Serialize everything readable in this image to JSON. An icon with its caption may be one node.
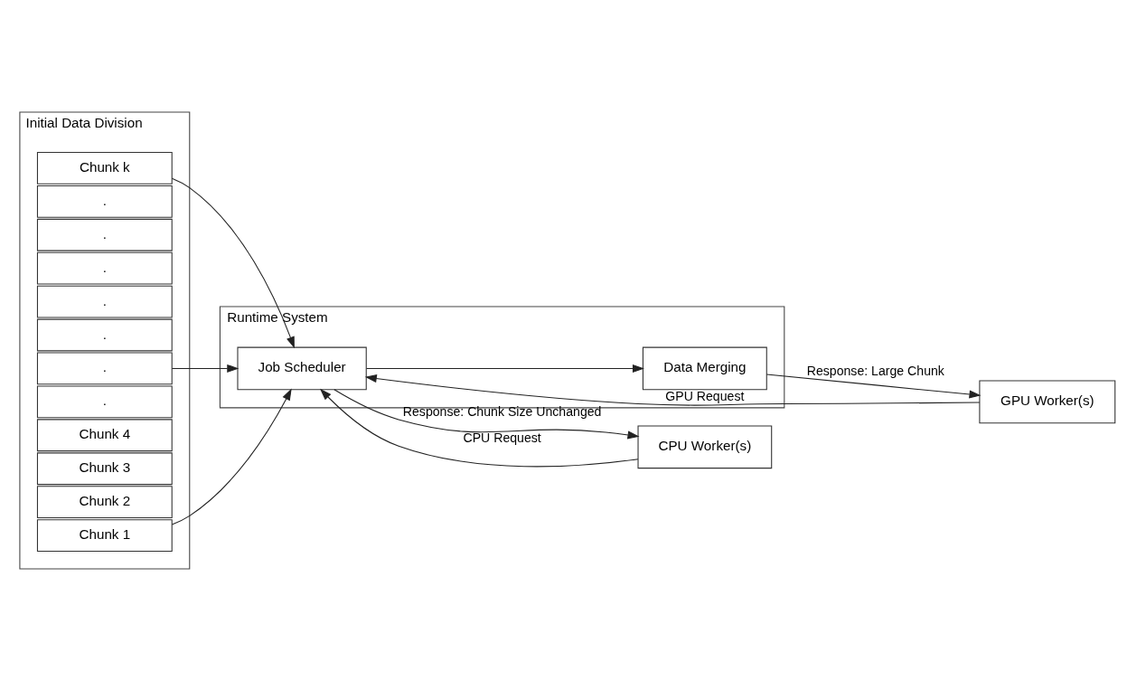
{
  "diagram": {
    "nodes": [
      {
        "text": [
          "Initial Data Division"
        ]
      },
      {
        "text": [
          "Chunk 1"
        ],
        "in": 0
      },
      {
        "text": [
          "Chunk 2"
        ],
        "in": 0
      },
      {
        "text": [
          "Chunk 3"
        ],
        "in": 0
      },
      {
        "text": [
          "Chunk 4"
        ],
        "in": 0
      },
      {
        "text": [
          "."
        ],
        "in": 0
      },
      {
        "text": [
          "."
        ],
        "in": 0
      },
      {
        "text": [
          "."
        ],
        "in": 0
      },
      {
        "text": [
          "."
        ],
        "in": 0
      },
      {
        "text": [
          "."
        ],
        "in": 0
      },
      {
        "text": [
          "."
        ],
        "in": 0
      },
      {
        "text": [
          "."
        ],
        "in": 0
      },
      {
        "text": [
          "Chunk k"
        ],
        "in": 0
      },
      {
        "text": [
          "Runtime System"
        ]
      },
      {
        "text": [
          "Job Scheduler"
        ],
        "in": 13
      },
      {
        "text": [
          "Data Merging"
        ],
        "in": 13
      },
      {
        "text": [
          "GPU Worker(s)"
        ]
      },
      {
        "text": [
          "CPU Worker(s)"
        ]
      }
    ],
    "edges": [
      {
        "from": 1,
        "to": 14,
        "arrow": "to"
      },
      {
        "from": 6,
        "to": 14,
        "arrow": "to"
      },
      {
        "from": 12,
        "to": 14,
        "arrow": "to"
      },
      {
        "from": 14,
        "to": 15,
        "arrow": "to"
      },
      {
        "from": 15,
        "to": 16,
        "arrow": "to",
        "label": "Response: Large Chunk"
      },
      {
        "from": 16,
        "to": 14,
        "arrow": "to",
        "label": "GPU Request"
      },
      {
        "from": 14,
        "to": 17,
        "arrow": "to",
        "label": "Response: Chunk Size Unchanged"
      },
      {
        "from": 17,
        "to": 14,
        "arrow": "to",
        "label": "CPU Request"
      }
    ]
  }
}
